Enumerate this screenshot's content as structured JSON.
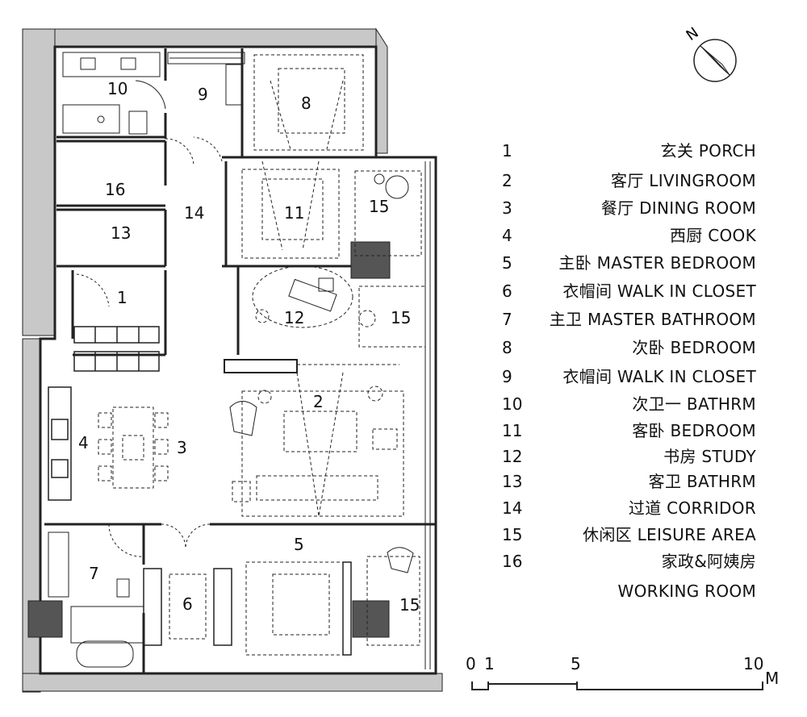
{
  "rooms_on_plan": [
    {
      "num": "10"
    },
    {
      "num": "9"
    },
    {
      "num": "8"
    },
    {
      "num": "16"
    },
    {
      "num": "14"
    },
    {
      "num": "11"
    },
    {
      "num": "15"
    },
    {
      "num": "13"
    },
    {
      "num": "1"
    },
    {
      "num": "12"
    },
    {
      "num": "15"
    },
    {
      "num": "2"
    },
    {
      "num": "4"
    },
    {
      "num": "3"
    },
    {
      "num": "5"
    },
    {
      "num": "7"
    },
    {
      "num": "6"
    },
    {
      "num": "15"
    }
  ],
  "legend": [
    {
      "num": "1",
      "text": "玄关  PORCH"
    },
    {
      "num": "2",
      "text": "客厅  LIVINGROOM"
    },
    {
      "num": "3",
      "text": "餐厅  DINING ROOM"
    },
    {
      "num": "4",
      "text": "西厨  COOK"
    },
    {
      "num": "5",
      "text": "主卧  MASTER BEDROOM"
    },
    {
      "num": "6",
      "text": "衣帽间  WALK IN CLOSET"
    },
    {
      "num": "7",
      "text": "主卫  MASTER BATHROOM"
    },
    {
      "num": "8",
      "text": "次卧  BEDROOM"
    },
    {
      "num": "9",
      "text": "衣帽间  WALK IN CLOSET"
    },
    {
      "num": "10",
      "text": "次卫一  BATHRM"
    },
    {
      "num": "11",
      "text": "客卧  BEDROOM"
    },
    {
      "num": "12",
      "text": "书房  STUDY"
    },
    {
      "num": "13",
      "text": "客卫  BATHRM"
    },
    {
      "num": "14",
      "text": "过道  CORRIDOR"
    },
    {
      "num": "15",
      "text": "休闲区  LEISURE   AREA"
    },
    {
      "num": "16",
      "text": "家政&阿姨房"
    },
    {
      "num": "",
      "text": "WORKING ROOM"
    }
  ],
  "scale_bar": {
    "labels": [
      "0",
      "1",
      "5",
      "10"
    ],
    "unit": "M"
  },
  "compass": {
    "label": "N"
  },
  "colors": {
    "line": "#222222",
    "wall_fill": "#c8c8c8",
    "column_fill": "#555555",
    "floor": "#ffffff"
  }
}
